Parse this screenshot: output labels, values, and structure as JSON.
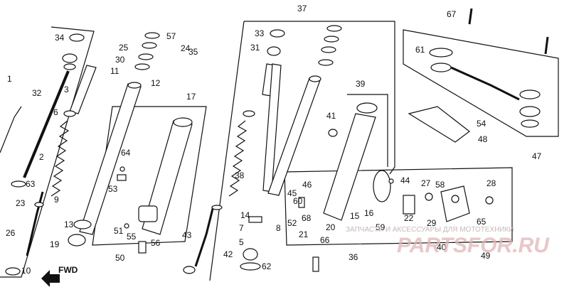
{
  "diagram": {
    "callouts": [
      "1",
      "2",
      "3",
      "5",
      "6",
      "7",
      "8",
      "9",
      "10",
      "11",
      "12",
      "13",
      "14",
      "15",
      "16",
      "17",
      "19",
      "20",
      "21",
      "22",
      "23",
      "24",
      "25",
      "26",
      "27",
      "28",
      "29",
      "30",
      "31",
      "32",
      "33",
      "34",
      "35",
      "36",
      "37",
      "38",
      "39",
      "40",
      "41",
      "42",
      "43",
      "44",
      "45",
      "46",
      "47",
      "48",
      "49",
      "50",
      "51",
      "52",
      "53",
      "54",
      "55",
      "56",
      "57",
      "58",
      "59",
      "60",
      "61",
      "62",
      "63",
      "64",
      "65",
      "66",
      "67",
      "68"
    ],
    "fwd_label": "FWD"
  },
  "watermark": {
    "line1": "ЗАПЧАСТИ И АКСЕССУАРЫ ДЛЯ МОТОТЕХНИКИ",
    "line2": "PARTSFOR.RU"
  }
}
